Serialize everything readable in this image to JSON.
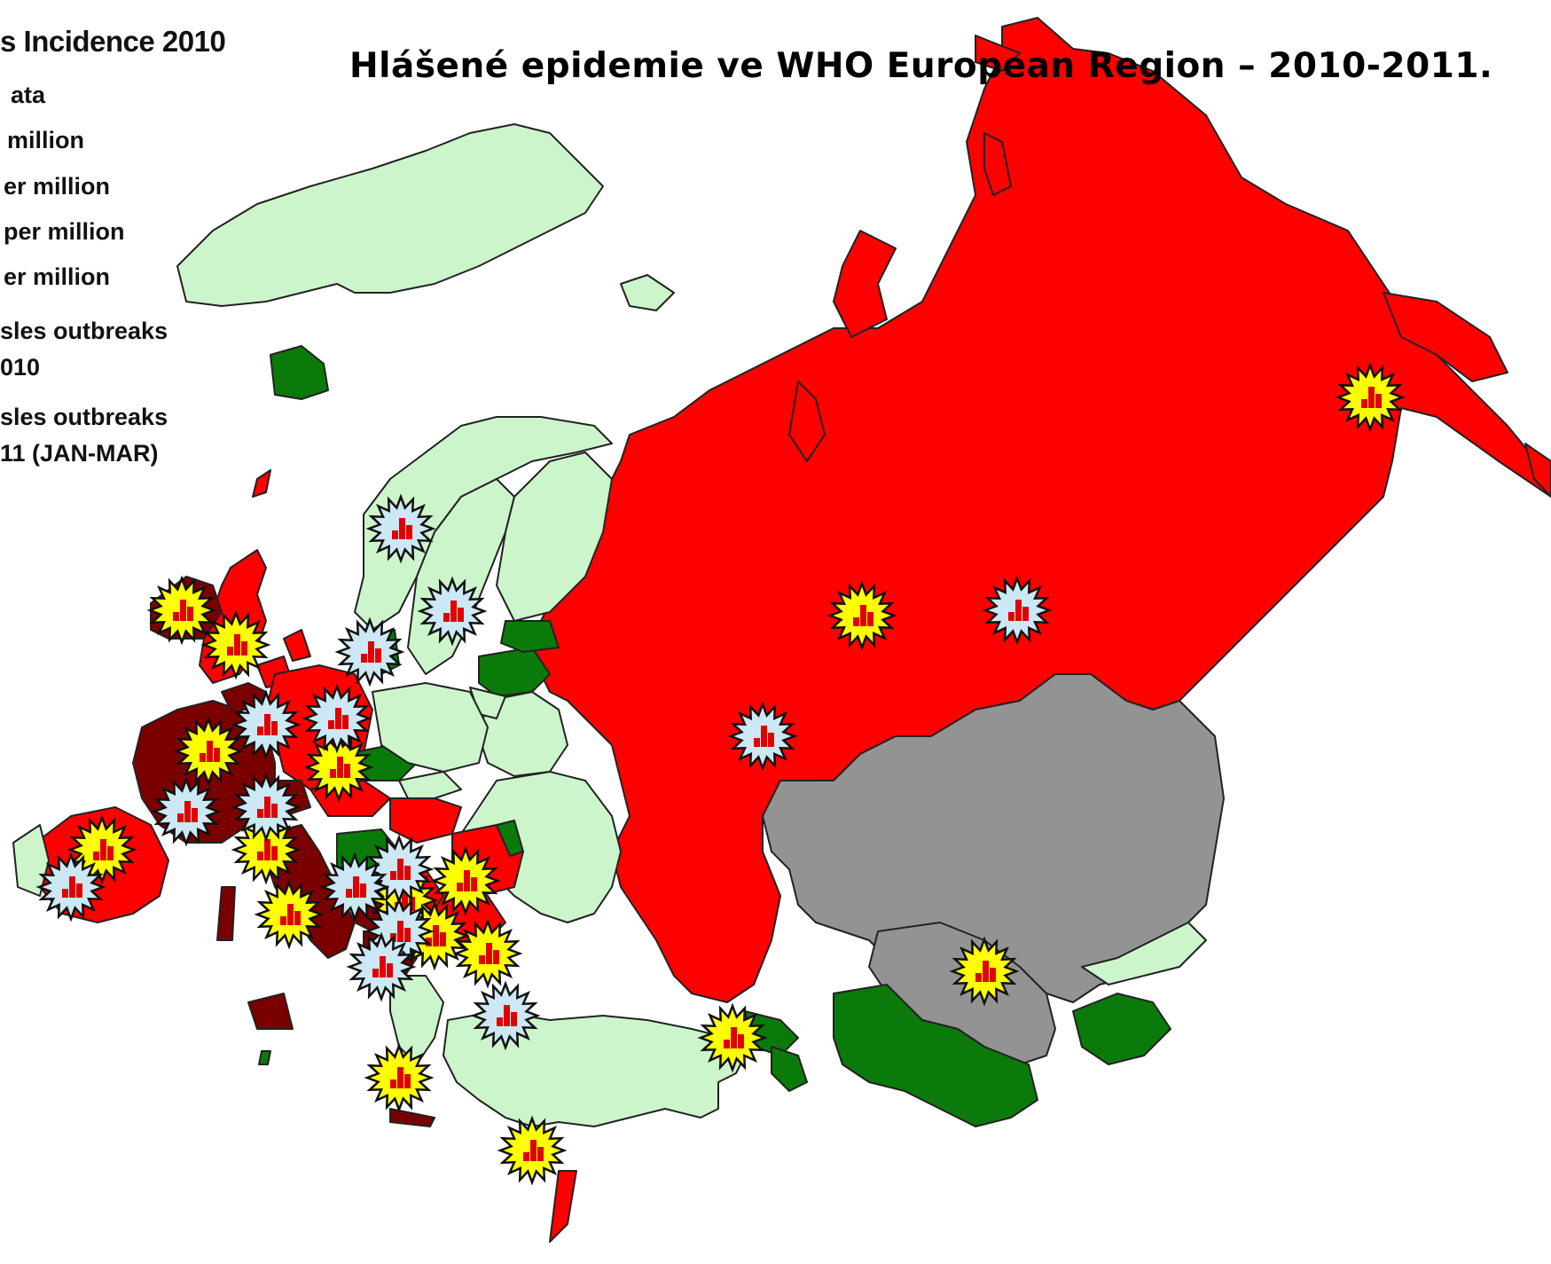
{
  "title": "Hlášené epidemie ve WHO European Region – 2010-2011.",
  "legend": {
    "title": "s Incidence 2010",
    "items": [
      "ata",
      "million",
      "er million",
      "per million",
      "er million",
      "sles outbreaks",
      "010",
      "sles outbreaks",
      "11 (JAN-MAR)"
    ]
  },
  "colors": {
    "no_data": "#939393",
    "level_1": "#0a7a0a",
    "level_2": "#ccf5cc",
    "level_3": "#ff0000",
    "level_4": "#7a0000",
    "marker_2010": "#ffff00",
    "marker_2011": "#cce8f4",
    "bar_icon": "#e00000"
  },
  "markers": {
    "outbreaks_2010_count": 17,
    "outbreaks_2011_count": 15
  }
}
